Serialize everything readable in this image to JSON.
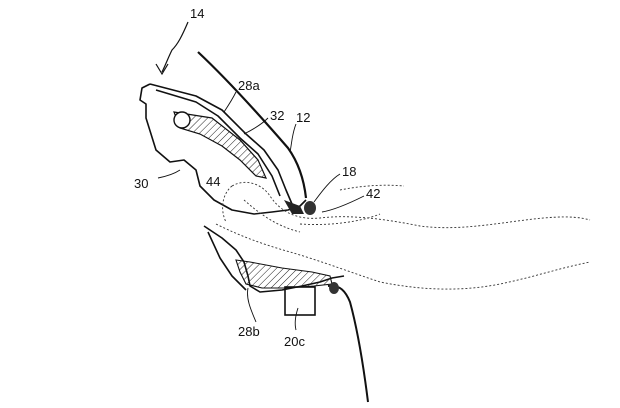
{
  "figure": {
    "labels": [
      {
        "id": "14",
        "text": "14"
      },
      {
        "id": "28a",
        "text": "28a"
      },
      {
        "id": "32",
        "text": "32"
      },
      {
        "id": "12",
        "text": "12"
      },
      {
        "id": "18",
        "text": "18"
      },
      {
        "id": "42",
        "text": "42"
      },
      {
        "id": "30",
        "text": "30"
      },
      {
        "id": "44",
        "text": "44"
      },
      {
        "id": "28b",
        "text": "28b"
      },
      {
        "id": "20c",
        "text": "20c"
      }
    ]
  }
}
